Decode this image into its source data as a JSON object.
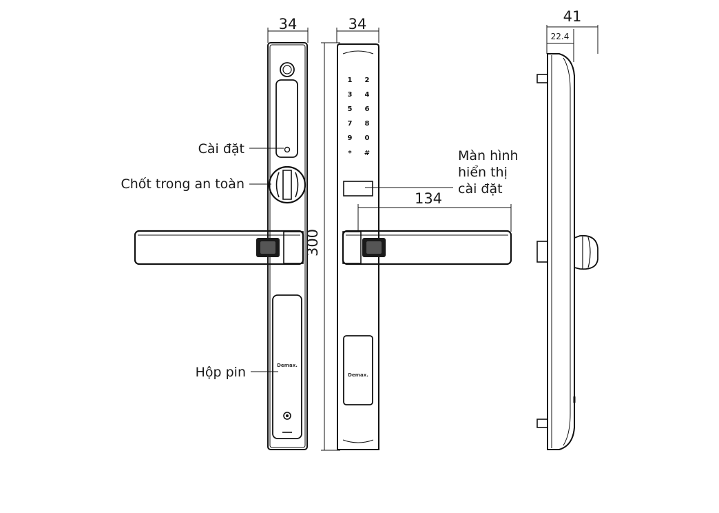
{
  "callouts": {
    "settings": "Cài đặt",
    "safety_bolt": "Chốt trong an toàn",
    "battery_box": "Hộp pin",
    "display_line1": "Màn hình",
    "display_line2": "hiển thị",
    "display_line3": "cài đặt"
  },
  "dimensions": {
    "rear_width": "34",
    "front_width": "34",
    "height": "300",
    "handle_length": "134",
    "side_depth": "41",
    "side_depth_inner": "22.4"
  },
  "keypad": {
    "keys": [
      "1",
      "2",
      "3",
      "4",
      "5",
      "6",
      "7",
      "8",
      "9",
      "0",
      "*",
      "#"
    ]
  },
  "brand": {
    "logo_text": "Demax."
  }
}
